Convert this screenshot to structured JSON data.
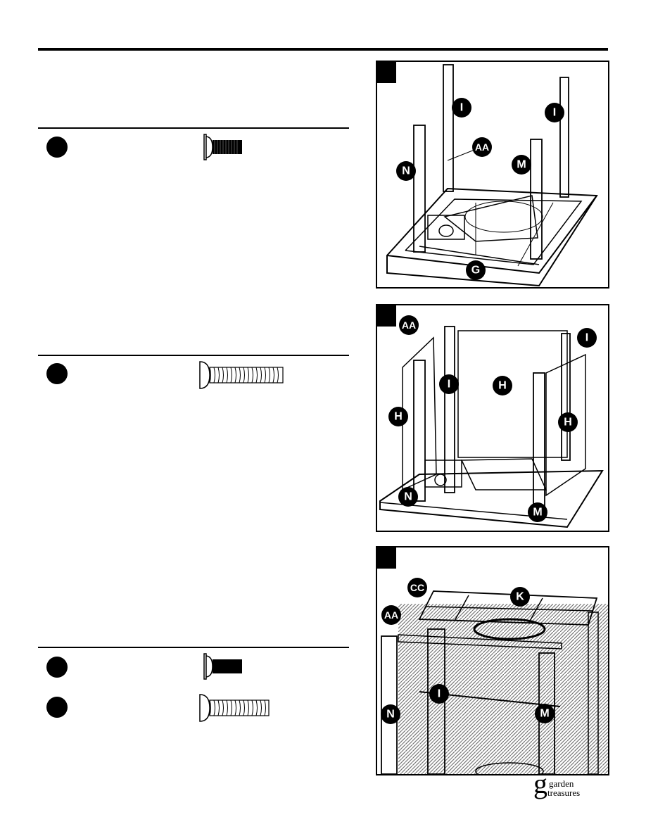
{
  "brand": {
    "logo_letter": "g",
    "logo_word1": "garden",
    "logo_word2": "treasures"
  },
  "figures": [
    {
      "id": "fig1",
      "labels": [
        "I",
        "I",
        "AA",
        "N",
        "M",
        "G"
      ]
    },
    {
      "id": "fig2",
      "labels": [
        "AA",
        "I",
        "I",
        "H",
        "H",
        "H",
        "N",
        "M"
      ]
    },
    {
      "id": "fig3",
      "labels": [
        "CC",
        "K",
        "AA",
        "I",
        "N",
        "M"
      ]
    }
  ],
  "icons": [
    "step-number-badge",
    "bolt-icon",
    "weave-panel",
    "step-bullet"
  ],
  "colors": {
    "ink": "#000000",
    "paper": "#ffffff"
  }
}
